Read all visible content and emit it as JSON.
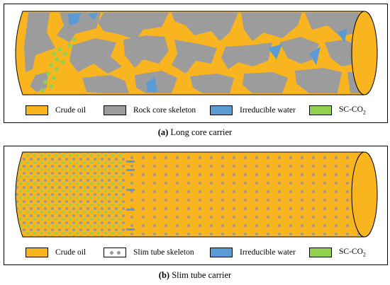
{
  "colors": {
    "crude_oil": "#F9B51F",
    "rock_core_skeleton": "#9C9C9C",
    "irreducible_water": "#5B9BD5",
    "sc_co2": "#92D050",
    "slim_tube_skeleton_dot": "#9A9A9A",
    "outline": "#000000"
  },
  "panel_a": {
    "legend": [
      {
        "label": "Crude oil",
        "swatch": "crude_oil"
      },
      {
        "label": "Rock core skeleton",
        "swatch": "rock_core_skeleton"
      },
      {
        "label": "Irreducible water",
        "swatch": "irreducible_water"
      },
      {
        "label": "SC-CO",
        "sub": "2",
        "swatch": "sc_co2"
      }
    ],
    "caption_letter": "(a)",
    "caption_text": " Long core carrier"
  },
  "panel_b": {
    "legend": [
      {
        "label": "Crude oil",
        "swatch": "crude_oil"
      },
      {
        "label": "Slim tube skeleton",
        "swatch": "slim_tube_skeleton_dot"
      },
      {
        "label": "Irreducible water",
        "swatch": "irreducible_water"
      },
      {
        "label": "SC-CO",
        "sub": "2",
        "swatch": "sc_co2"
      }
    ],
    "caption_letter": "(b)",
    "caption_text": " Slim tube carrier"
  }
}
